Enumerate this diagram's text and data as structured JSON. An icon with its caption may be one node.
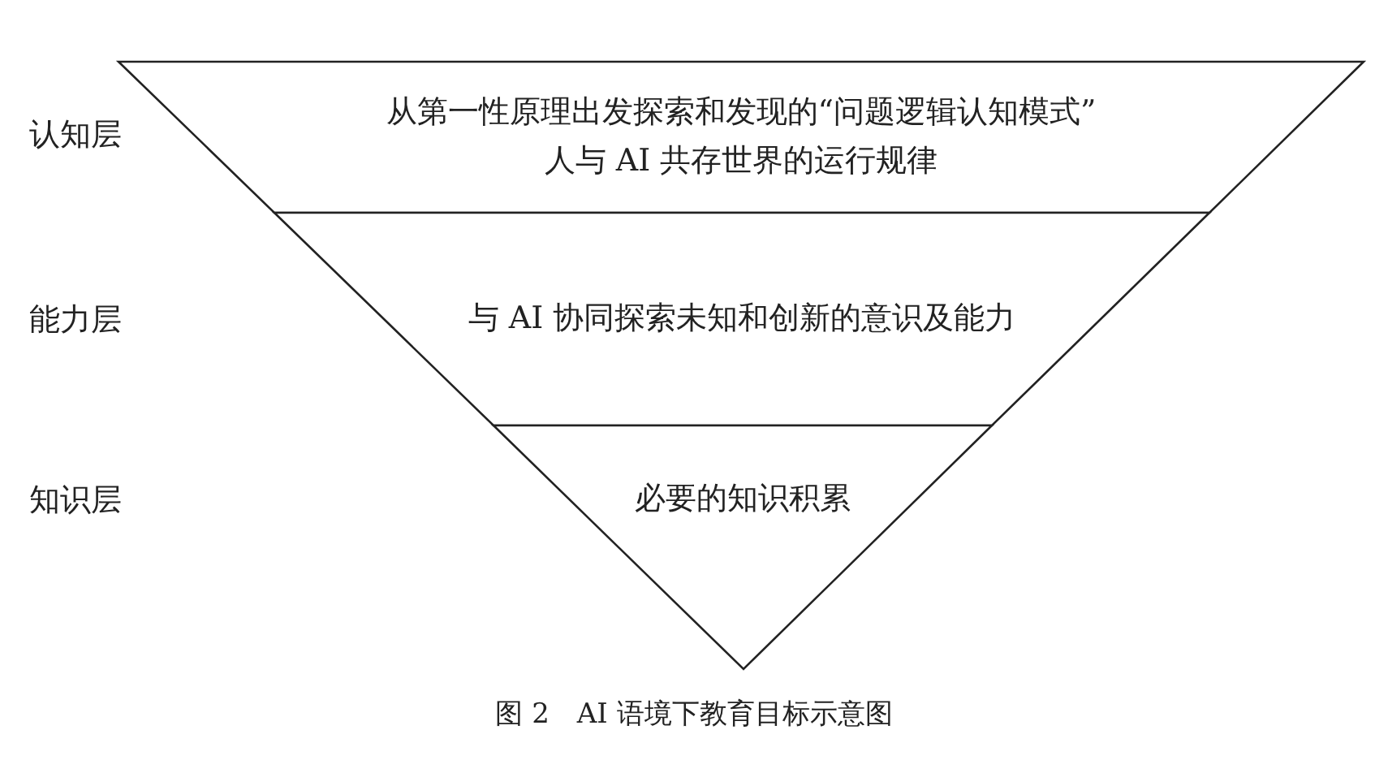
{
  "diagram": {
    "caption": "图 2　AI 语境下教育目标示意图",
    "nodes": [
      {
        "text": [
          "从第一性原理出发探索和发现的“问题逻辑认知模式”",
          "人与 AI 共存世界的运行规律"
        ]
      },
      {
        "text": [
          "与 AI 协同探索未知和创新的意识及能力"
        ]
      },
      {
        "text": [
          "必要的知识积累"
        ]
      }
    ],
    "labels": [
      "认知层",
      "能力层",
      "知识层"
    ]
  }
}
